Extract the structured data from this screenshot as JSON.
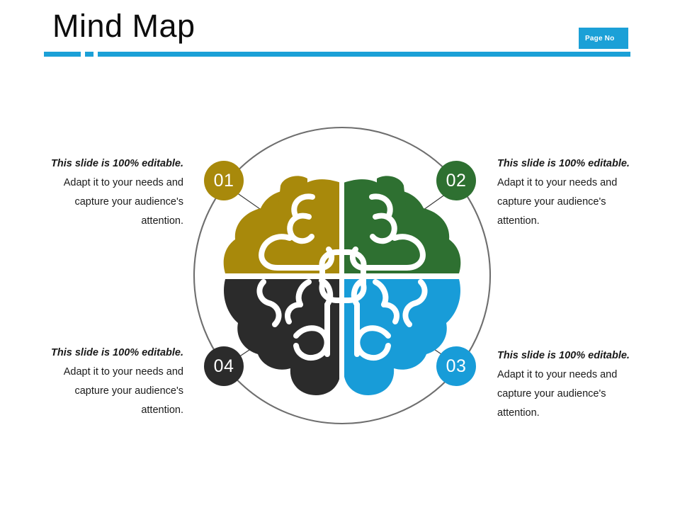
{
  "header": {
    "title": "Mind Map",
    "page_badge_label": "Page No",
    "accent_color": "#1ba0d7",
    "title_color": "#0d0d0d"
  },
  "diagram": {
    "type": "mind-map-brain-four-quadrant",
    "ring_color": "#6e6e6e",
    "connector_color": "#3a3a3a",
    "quadrants": [
      {
        "id": "01",
        "label": "01",
        "color": "#a8890b",
        "position": "top-left",
        "brain_quadrant": "upper-left"
      },
      {
        "id": "02",
        "label": "02",
        "color": "#2e7031",
        "position": "top-right",
        "brain_quadrant": "upper-right"
      },
      {
        "id": "03",
        "label": "03",
        "color": "#189cd8",
        "position": "bottom-right",
        "brain_quadrant": "lower-right"
      },
      {
        "id": "04",
        "label": "04",
        "color": "#2b2b2b",
        "position": "bottom-left",
        "brain_quadrant": "lower-left"
      }
    ]
  },
  "content": {
    "items": [
      {
        "id": "01",
        "lead": "This slide is 100% editable.",
        "body": "Adapt it to your needs and capture your audience's attention.",
        "align": "right"
      },
      {
        "id": "02",
        "lead": "This slide is 100% editable.",
        "body": "Adapt it to your needs and capture your audience's attention.",
        "align": "left"
      },
      {
        "id": "03",
        "lead": "This slide is 100% editable.",
        "body": "Adapt it to your needs and capture your audience's attention.",
        "align": "left"
      },
      {
        "id": "04",
        "lead": "This slide is 100% editable.",
        "body": "Adapt it to your needs and capture your audience's attention.",
        "align": "right"
      }
    ]
  }
}
